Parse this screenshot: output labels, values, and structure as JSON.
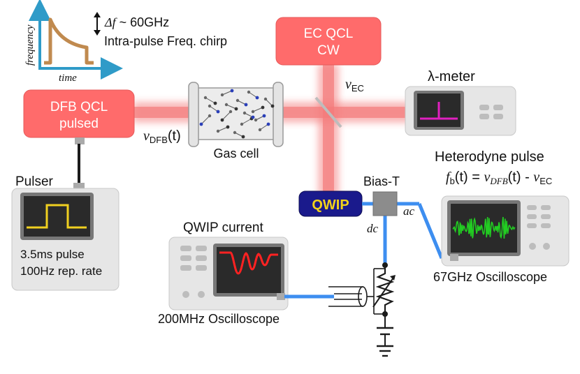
{
  "inset": {
    "y_axis_label": "frequency",
    "x_axis_label": "time",
    "delta_f_symbol": "Δf",
    "delta_f_value": " ~ 60GHz",
    "chirp_label": "Intra-pulse Freq. chirp"
  },
  "dfb_qcl": {
    "line1": "DFB QCL",
    "line2": "pulsed"
  },
  "ec_qcl": {
    "line1": "EC QCL",
    "line2": "CW"
  },
  "nu_dfb": {
    "symbol": "ν",
    "sub": "DFB",
    "suffix": "(t)"
  },
  "nu_ec": {
    "symbol": "ν",
    "sub": "EC"
  },
  "gas_cell": {
    "label": "Gas cell"
  },
  "lambda_meter": {
    "label": "λ-meter"
  },
  "pulser": {
    "title": "Pulser",
    "line1": "3.5ms pulse",
    "line2": "100Hz rep. rate"
  },
  "qwip": {
    "label": "QWIP"
  },
  "bias_t": {
    "label": "Bias-T",
    "ac": "ac",
    "dc": "dc"
  },
  "qwip_current": {
    "label": "QWIP current",
    "scope_label": "200MHz Oscilloscope"
  },
  "heterodyne": {
    "title": "Heterodyne pulse",
    "f": "f",
    "f_sub": "b",
    "t": "(t) = ",
    "nu1": "ν",
    "nu1_sub": "DFB",
    "mid": "(t) - ",
    "nu2": "ν",
    "nu2_sub": "EC",
    "scope_label": "67GHz Oscilloscope"
  },
  "colors": {
    "laser_box": "#ff6b6b",
    "beam": "#f47b7b",
    "cable": "#3d8ef0",
    "qwip_bg": "#1a1a8c",
    "qwip_text": "#f2d21a",
    "chirp": "#c08a4f",
    "axis": "#2f9bc8",
    "pulse": "#f0d020",
    "trace_red": "#ff2222",
    "trace_green": "#22cc22",
    "lambda_peak": "#e020c0"
  }
}
